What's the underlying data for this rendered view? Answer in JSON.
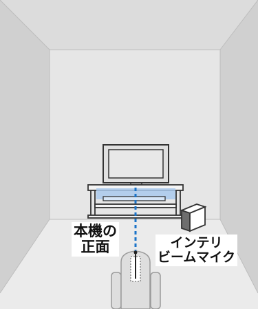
{
  "labels": {
    "front": [
      "本機の",
      "正面"
    ],
    "mic": [
      "インテリ",
      "ビームマイク"
    ]
  },
  "colors": {
    "room_back": "#e6e6e6",
    "room_side": "#d0d0d0",
    "floor": "#ebebeb",
    "ceiling": "#dcdcdc",
    "tv": "#e0e0e0",
    "soundbar": "#a9c9ec",
    "beam_line": "#1a73c8",
    "outline": "#333333"
  },
  "icons": [
    "tv-icon",
    "soundbar-icon",
    "subwoofer-icon",
    "chair-icon",
    "microphone-icon"
  ]
}
